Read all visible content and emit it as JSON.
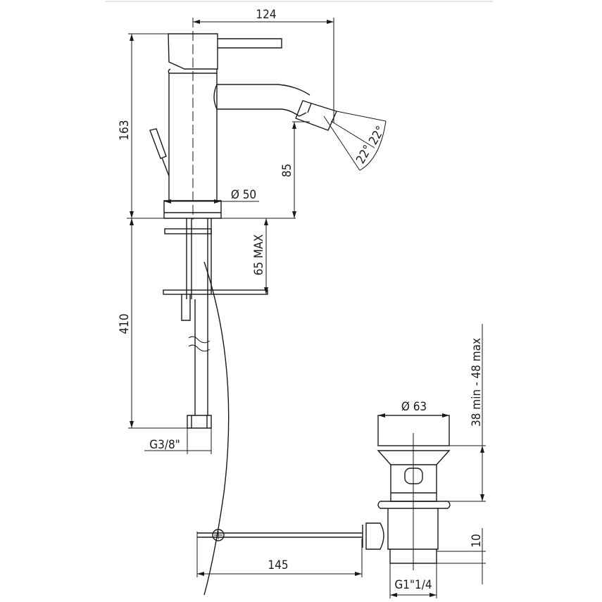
{
  "title": "Bidet mixer technical drawing",
  "dimensions": {
    "spout_reach": "124",
    "total_height": "163",
    "spout_height": "85",
    "base_diameter": "Ø 50",
    "max_thickness": "65 MAX",
    "hose_length": "410",
    "hose_thread": "G3/8\"",
    "spray_angle_1": "22°",
    "spray_angle_2": "22°",
    "drain_diameter": "Ø 63",
    "drain_range": "38 min - 48 max",
    "drain_thread_height": "10",
    "drain_thread": "G1\"1/4",
    "rod_length": "145"
  }
}
